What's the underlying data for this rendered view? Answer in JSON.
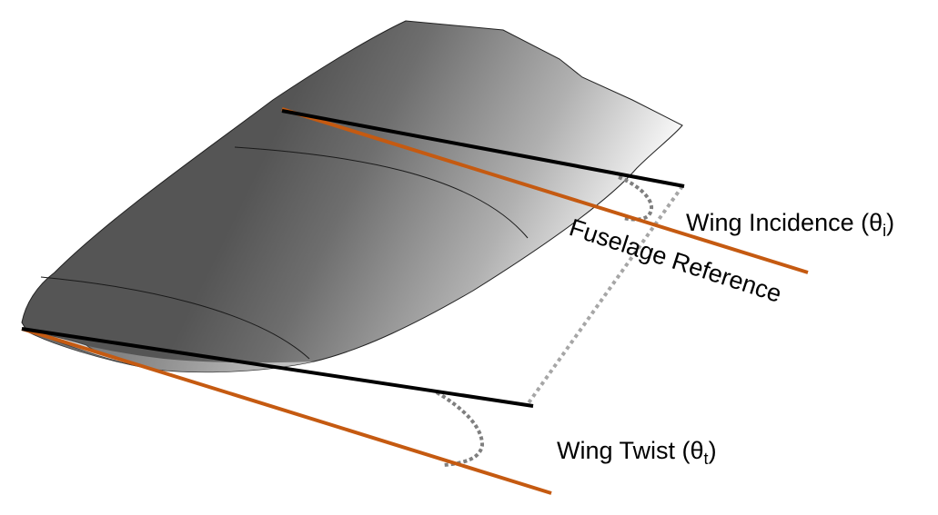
{
  "labels": {
    "wing_incidence": {
      "text": "Wing Incidence (θ",
      "sub": "i",
      "close": ")"
    },
    "fuselage_reference": {
      "text": "Fuselage Reference"
    },
    "wing_twist": {
      "text": "Wing Twist (θ",
      "sub": "t",
      "close": ")"
    }
  },
  "colors": {
    "fuselage_reference_line": "#c55a11",
    "chord_line": "#000000",
    "angle_arc": "#7f7f7f",
    "dotted_connector": "#a6a6a6",
    "wing_surface_light": "#ffffff",
    "wing_surface_dark": "#555555"
  }
}
